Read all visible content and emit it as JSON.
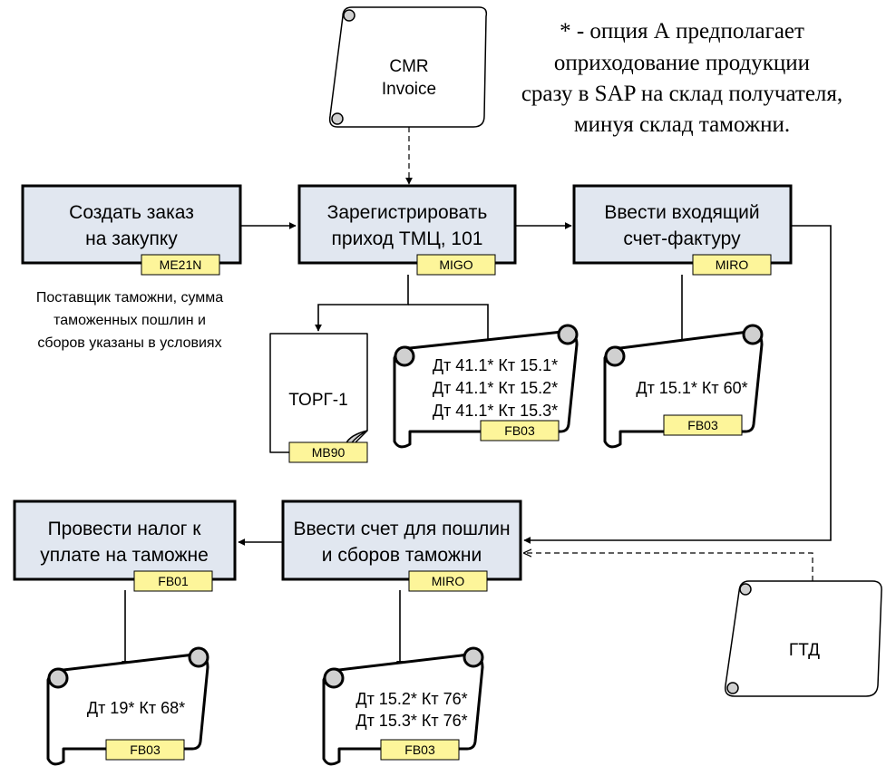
{
  "option_note": [
    "* - опция А предполагает",
    "оприходование продукции",
    "сразу в SAP на склад получателя,",
    "минуя склад таможни."
  ],
  "docs": {
    "cmr": [
      "CMR",
      "Invoice"
    ],
    "torg": "ТОРГ-1",
    "gtd": "ГТД"
  },
  "steps": [
    {
      "lines": [
        "Создать заказ",
        "на закупку"
      ],
      "tcode": "ME21N"
    },
    {
      "lines": [
        "Зарегистрировать",
        "приход ТМЦ, 101"
      ],
      "tcode": "MIGO"
    },
    {
      "lines": [
        "Ввести входящий",
        "счет-фактуру"
      ],
      "tcode": "MIRO"
    },
    {
      "lines": [
        "Ввести счет для пошлин",
        "и сборов таможни"
      ],
      "tcode": "MIRO"
    },
    {
      "lines": [
        "Провести налог к",
        "уплате на таможне"
      ],
      "tcode": "FB01"
    }
  ],
  "supplier_note": [
    "Поставщик таможни, сумма",
    "таможенных пошлин и",
    "сборов указаны в условиях"
  ],
  "torg_tcode": "MB90",
  "postings": [
    {
      "lines": [
        "Дт 41.1* Кт 15.1*",
        "Дт 41.1* Кт 15.2*",
        "Дт 41.1* Кт 15.3*"
      ],
      "tcode": "FB03"
    },
    {
      "lines": [
        "Дт 15.1* Кт 60*"
      ],
      "tcode": "FB03"
    },
    {
      "lines": [
        "Дт 19* Кт 68*"
      ],
      "tcode": "FB03"
    },
    {
      "lines": [
        "Дт 15.2* Кт 76*",
        "Дт 15.3* Кт 76*"
      ],
      "tcode": "FB03"
    }
  ],
  "colors": {
    "process_fill": "#e1e7f0",
    "tcode_fill": "#fdf59a",
    "curl_fill": "#d0d0d0"
  }
}
